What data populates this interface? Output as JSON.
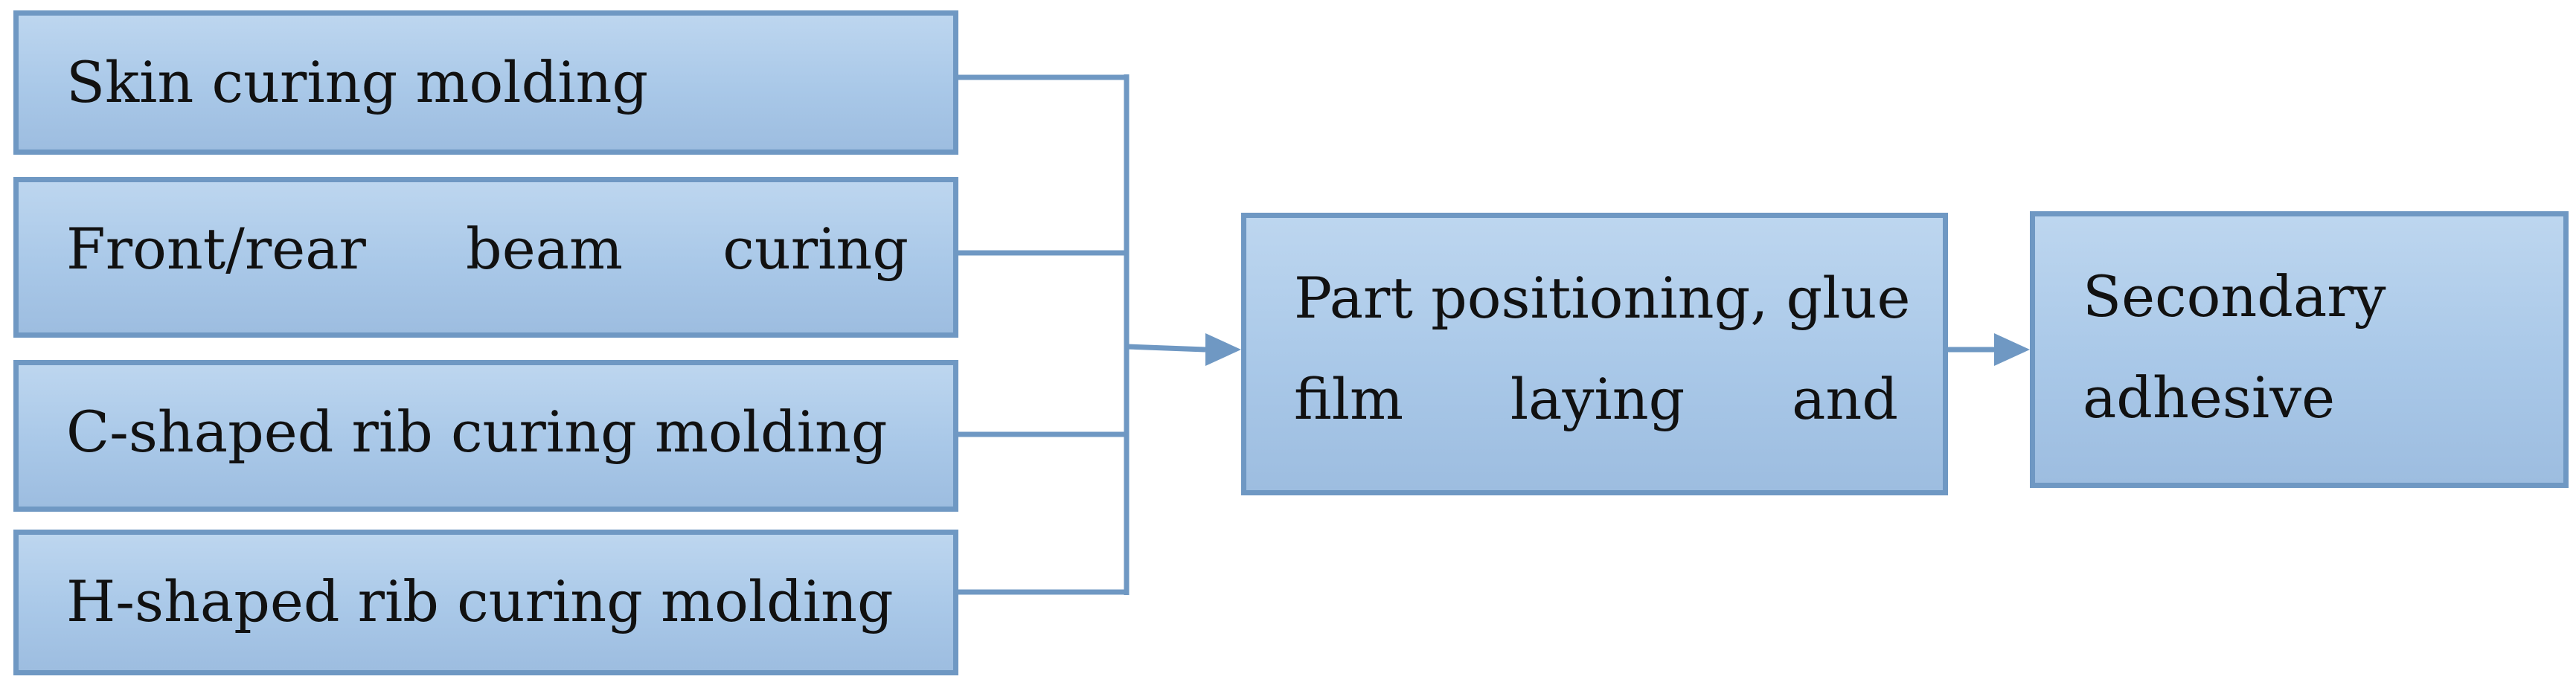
{
  "inputs": [
    {
      "label": "Skin curing molding"
    },
    {
      "words": [
        "Front/rear",
        "beam",
        "curing"
      ]
    },
    {
      "label": "C-shaped rib curing molding"
    },
    {
      "label": "H-shaped rib curing molding"
    }
  ],
  "assembly": {
    "line1": "Part positioning, glue",
    "line2_words": [
      "film",
      "laying",
      "and"
    ]
  },
  "final": {
    "line1": "Secondary",
    "line2": "adhesive"
  },
  "colors": {
    "box_border": "#6f98c3",
    "box_fill_top": "#bdd6ef",
    "box_fill_bottom": "#9dbde0",
    "connector": "#6f98c3",
    "text": "#111111"
  }
}
